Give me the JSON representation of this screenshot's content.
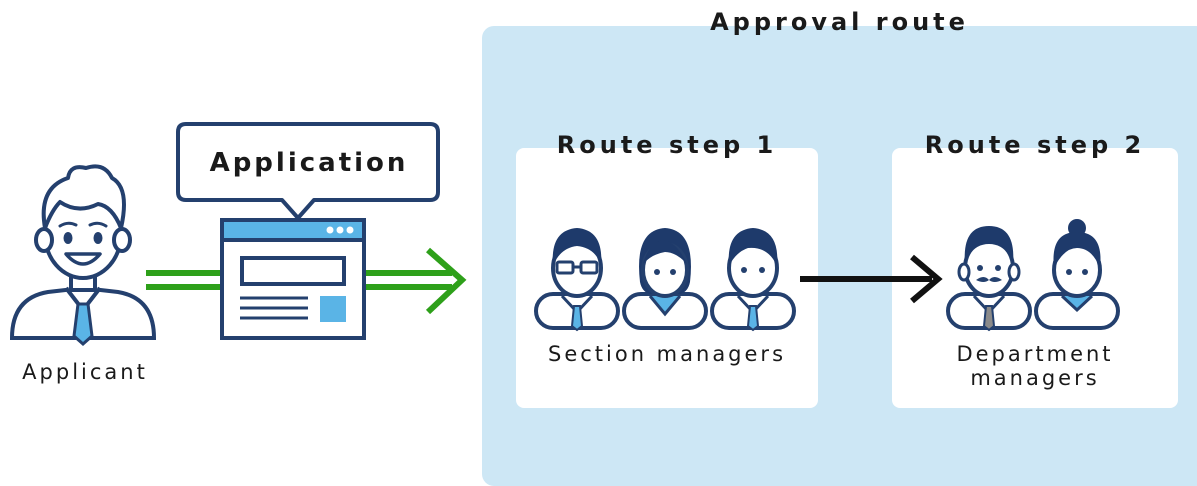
{
  "approval_route": {
    "title": "Approval route",
    "steps": [
      {
        "title": "Route step 1",
        "group_label": "Section managers"
      },
      {
        "title": "Route step 2",
        "group_label_lines": [
          "Department",
          "managers"
        ]
      }
    ]
  },
  "applicant": {
    "label": "Applicant"
  },
  "application": {
    "label": "Application"
  },
  "colors": {
    "panel": "#cde7f5",
    "navy": "#1e3a6b",
    "light_blue": "#5ab4e6",
    "green_arrow": "#2ea01a",
    "outline": "#24406e"
  }
}
